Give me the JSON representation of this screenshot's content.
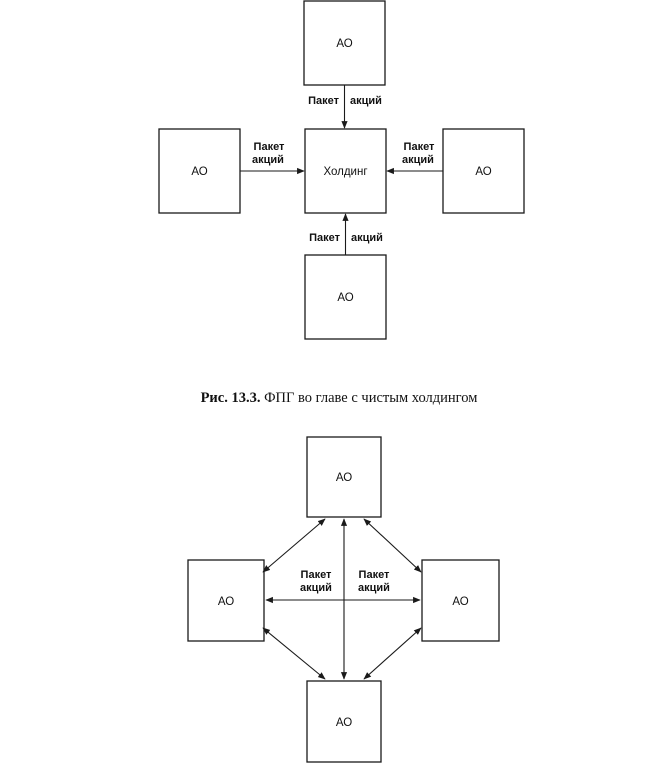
{
  "diagram1": {
    "center_label": "Холдинг",
    "top_box": "АО",
    "left_box": "АО",
    "right_box": "АО",
    "bottom_box": "АО",
    "label_top_1": "Пакет",
    "label_top_2": "акций",
    "label_left_1": "Пакет",
    "label_left_2": "акций",
    "label_right_1": "Пакет",
    "label_right_2": "акций",
    "label_bottom_1": "Пакет",
    "label_bottom_2": "акций",
    "caption_bold": "Рис. 13.3.",
    "caption_rest": " ФПГ во главе с чистым холдингом"
  },
  "diagram2": {
    "top_box": "АО",
    "left_box": "АО",
    "right_box": "АО",
    "bottom_box": "АО",
    "label_left_1": "Пакет",
    "label_left_2": "акций",
    "label_right_1": "Пакет",
    "label_right_2": "акций"
  },
  "colors": {
    "ink": "#1a1a1a",
    "background": "#ffffff"
  }
}
